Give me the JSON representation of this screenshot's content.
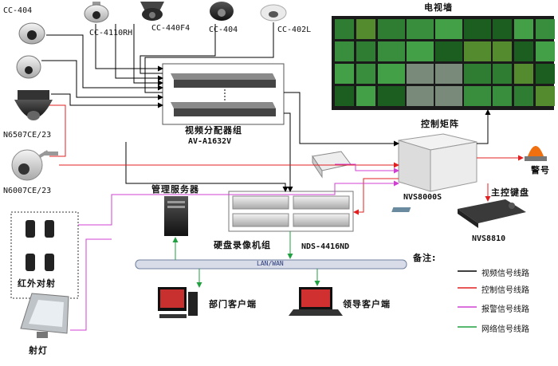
{
  "title": "",
  "labels": {
    "cam_tl": "CC-404",
    "cam_4110": "CC-4110RH",
    "cam_440": "CC-440F4",
    "cam_404b": "CC-404",
    "cam_402": "CC-402L",
    "cam_6507": "N6507CE/23",
    "cam_6007": "N6007CE/23",
    "vda_cn": "视频分配器组",
    "vda_model": "AV-A1632V",
    "videowall": "电视墙",
    "matrix_cn": "控制矩阵",
    "matrix_model": "NVS8000S",
    "alarm": "警号",
    "keyboard_cn": "主控键盘",
    "keyboard_model": "NVS8810",
    "server": "管理服务器",
    "dvr_cn": "硬盘录像机组",
    "dvr_model": "NDS-4416ND",
    "lan": "LAN/WAN",
    "ir": "红外对射",
    "dept_client": "部门客户端",
    "leader_client": "领导客户端",
    "spotlight": "射灯"
  },
  "legend": {
    "title": "备注:",
    "items": [
      {
        "label": "视频信号线路",
        "color": "#000000"
      },
      {
        "label": "控制信号线路",
        "color": "#e02020"
      },
      {
        "label": "报警信号线路",
        "color": "#d040d0"
      },
      {
        "label": "网络信号线路",
        "color": "#20a040"
      }
    ]
  }
}
